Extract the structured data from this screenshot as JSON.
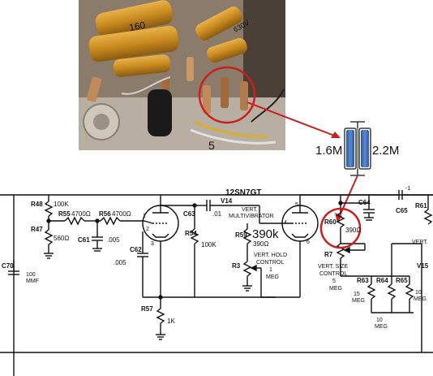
{
  "photo": {
    "capacitor_text": "630V",
    "capacitor_text_2": "160",
    "marker_number": "5"
  },
  "callout": {
    "left_value": "1.6M",
    "right_value": "2.2M",
    "annotation_value": "390k",
    "annotation_color": "#d42020",
    "circle_color": "#c8201c",
    "resistor_color": "#4a78c0"
  },
  "schematic": {
    "tube_top_label": "12SN7GT",
    "tube_id": "V14",
    "tube_function_line1": "VERT.",
    "tube_function_line2": "MULTIVIBRATOR",
    "components": {
      "R48": "R48",
      "R48_value": "100K",
      "R47": "R47",
      "R47_value": "560Ω",
      "R55": "R55",
      "R55_value": "4700Ω",
      "R56": "R56",
      "R56_value": "4700Ω",
      "C61": "C61",
      "C61_value": ".005",
      "C62": "C62",
      "C62_value": ".005",
      "C63": "C63",
      "C63_value": ".01",
      "R54": "R54",
      "R54_value": "100K",
      "R59": "R59",
      "R59_value": "390Ω",
      "R57": "R57",
      "R57_value": "1K",
      "R3": "R3",
      "hold_control_1": "VERT. HOLD",
      "hold_control_2": "CONTROL",
      "hold_control_3": "1",
      "hold_control_4": "MEG",
      "R60": "R60",
      "R60_value": "390Ω",
      "C64": "C64",
      "C65": "C65",
      "R61": "R61",
      "R7": "R7",
      "size_control_1": "VERT. SIZE",
      "size_control_2": "CONTROL",
      "size_control_3": "5",
      "size_control_4": "MEG",
      "R63": "R63",
      "R63_value_1": "15",
      "R63_value_2": "MEG",
      "R64": "R64",
      "R64_value_1": "10",
      "R64_value_2": "MEG",
      "R65": "R65",
      "R65_value_1": "10",
      "R65_value_2": "MEG",
      "C70": "C70",
      "C70_value_1": "100",
      "C70_value_2": "MMF",
      "V15": "V15",
      "vert_right": "VERT.",
      "pin_1": "1",
      "pin_2": "2",
      "pin_3": "3",
      "pin_4": "4",
      "pin_5": "5",
      "pin_6": "6",
      "cap_small": "-1"
    }
  }
}
